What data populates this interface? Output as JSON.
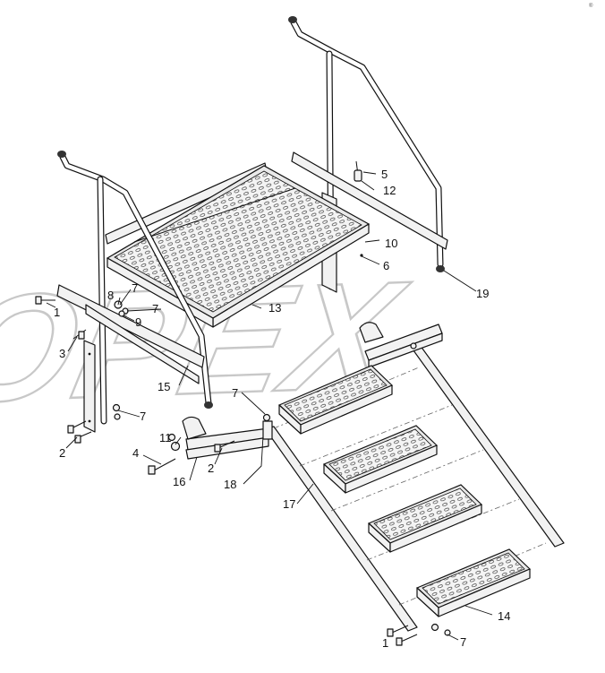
{
  "watermark": {
    "text": "OPEX"
  },
  "corner_mark": "®",
  "callouts": [
    {
      "id": "c1a",
      "label": "1"
    },
    {
      "id": "c1b",
      "label": "1"
    },
    {
      "id": "c2a",
      "label": "2"
    },
    {
      "id": "c2b",
      "label": "2"
    },
    {
      "id": "c3",
      "label": "3"
    },
    {
      "id": "c4",
      "label": "4"
    },
    {
      "id": "c5",
      "label": "5"
    },
    {
      "id": "c6",
      "label": "6"
    },
    {
      "id": "c7a",
      "label": "7"
    },
    {
      "id": "c7b",
      "label": "7"
    },
    {
      "id": "c7c",
      "label": "7"
    },
    {
      "id": "c7d",
      "label": "7"
    },
    {
      "id": "c7e",
      "label": "7"
    },
    {
      "id": "c8",
      "label": "8"
    },
    {
      "id": "c9",
      "label": "9"
    },
    {
      "id": "c10",
      "label": "10"
    },
    {
      "id": "c11",
      "label": "11"
    },
    {
      "id": "c12",
      "label": "12"
    },
    {
      "id": "c13",
      "label": "13"
    },
    {
      "id": "c14",
      "label": "14"
    },
    {
      "id": "c15",
      "label": "15"
    },
    {
      "id": "c16",
      "label": "16"
    },
    {
      "id": "c17",
      "label": "17"
    },
    {
      "id": "c18",
      "label": "18"
    },
    {
      "id": "c19",
      "label": "19"
    }
  ],
  "colors": {
    "line": "#111111",
    "watermark": "#c8c8c8",
    "background": "#ffffff"
  }
}
